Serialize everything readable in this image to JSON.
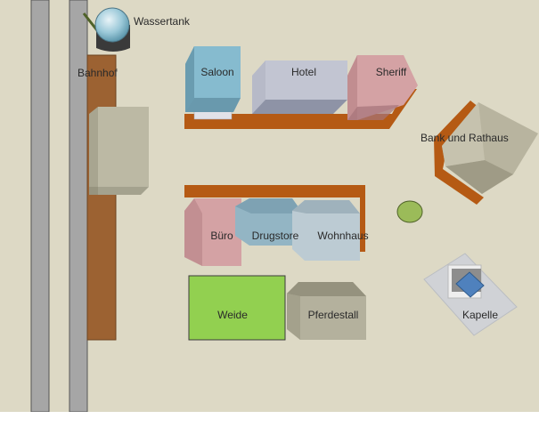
{
  "labels": {
    "wassertank": "Wassertank",
    "bahnhof": "Bahnhof",
    "saloon": "Saloon",
    "hotel": "Hotel",
    "sheriff": "Sheriff",
    "bank_rathaus": "Bank und Rathaus",
    "buero": "Büro",
    "drugstore": "Drugstore",
    "wohnhaus": "Wohnhaus",
    "weide": "Weide",
    "pferdestall": "Pferdestall",
    "kapelle": "Kapelle"
  },
  "colors": {
    "ground": "#ddd9c5",
    "rail": "#a6a6a6",
    "platform": "#9c6232",
    "street": "#b55a14",
    "saloon": "#7fb3c8",
    "hotel": "#c7cad6",
    "sheriff": "#d4a2a4",
    "bank": "#b8b49f",
    "buero": "#d4a2a4",
    "drugstore": "#93b5c4",
    "wohnhaus": "#bccbd3",
    "weide": "#92d050",
    "pferdestall": "#b4b19d",
    "tree": "#9bbb59",
    "kapelle_roof": "#4f81bd"
  }
}
